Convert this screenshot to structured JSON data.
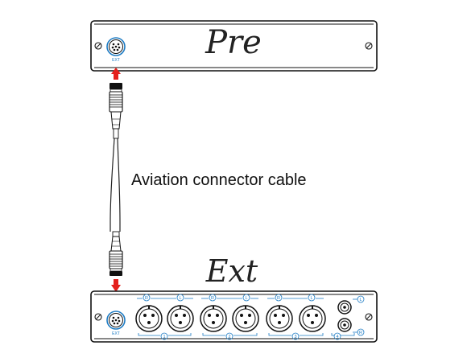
{
  "pre_panel": {
    "title": "Pre",
    "ext_port_label": "EXT"
  },
  "ext_panel": {
    "title": "Ext",
    "ext_port_label": "EXT",
    "xlr_groups": [
      {
        "number": "1",
        "channels": [
          "R",
          "L"
        ]
      },
      {
        "number": "2",
        "channels": [
          "R",
          "L"
        ]
      },
      {
        "number": "3",
        "channels": [
          "R",
          "L"
        ]
      }
    ],
    "rca_group": {
      "number": "4",
      "channels": [
        "L",
        "R"
      ]
    }
  },
  "cable": {
    "label": "Aviation connector cable"
  },
  "colors": {
    "accent_blue": "#1e7cc4",
    "arrow_red": "#e4201c",
    "line": "#111111"
  }
}
